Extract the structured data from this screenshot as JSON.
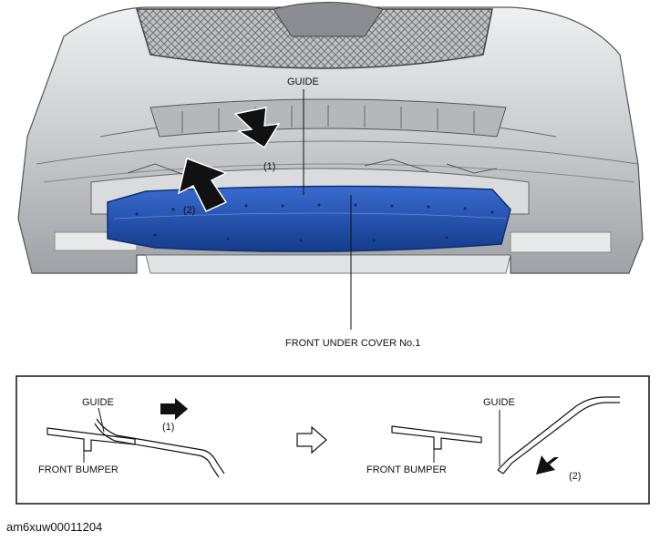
{
  "figure_id": "am6xuw00011204",
  "main_view": {
    "guide_label": "GUIDE",
    "step1_label": "(1)",
    "step2_label": "(2)",
    "cover_label": "FRONT UNDER COVER No.1"
  },
  "detail_before": {
    "guide_label": "GUIDE",
    "step_label": "(1)",
    "bumper_label": "FRONT BUMPER"
  },
  "detail_after": {
    "guide_label": "GUIDE",
    "step_label": "(2)",
    "bumper_label": "FRONT BUMPER"
  },
  "colors": {
    "cover_blue": "#1f4fb0",
    "bumper_gray": "#d4d6d8",
    "arrow_black": "#111111"
  }
}
